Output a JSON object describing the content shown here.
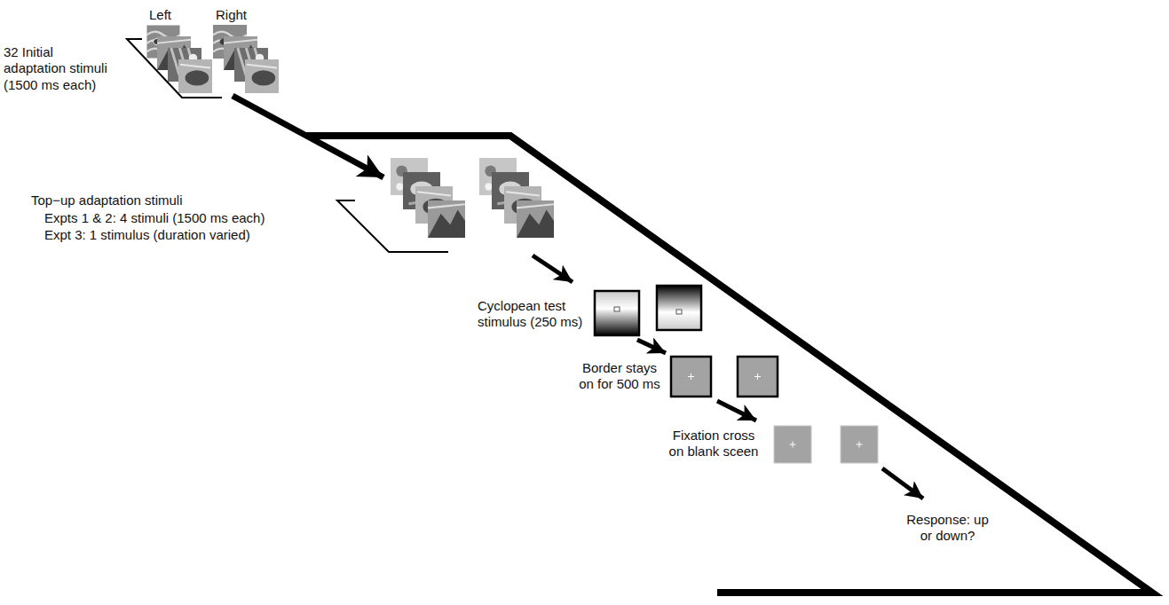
{
  "diagram": {
    "labels": [
      "Left",
      "Right",
      "32 Initial adaptation stimuli (1500 ms each)",
      "Top−up adaptation stimuli",
      "Expts 1 & 2: 4 stimuli (1500 ms each)",
      "Expt 3: 1 stimulus (duration varied)",
      "Cyclopean test stimulus (250 ms)",
      "Border stays on for 500 ms",
      "Fixation cross on blank sceen",
      "Response: up or down?"
    ]
  }
}
